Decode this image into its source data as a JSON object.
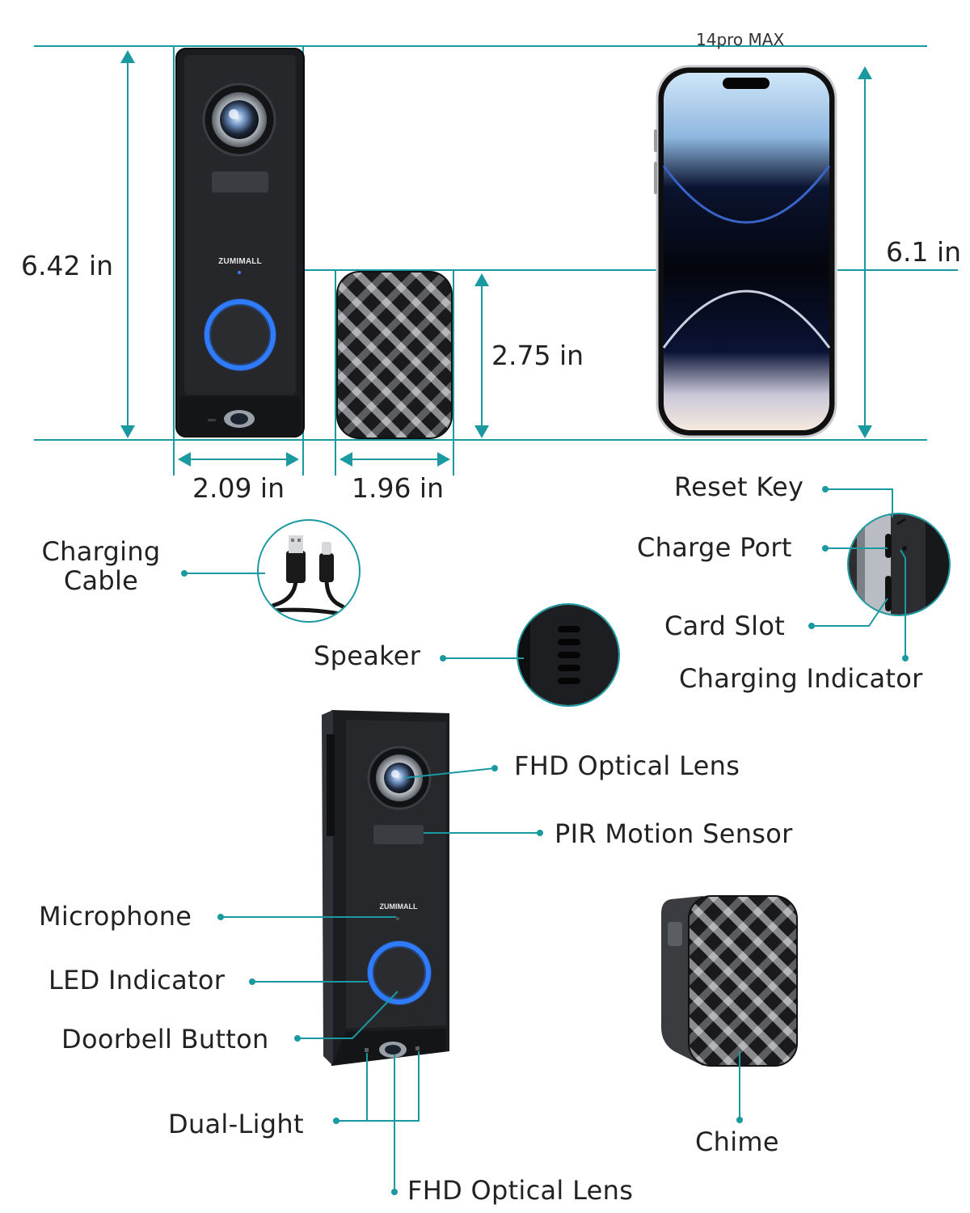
{
  "dimensions": {
    "doorbell_height": "6.42 in",
    "doorbell_width": "2.09 in",
    "chime_height": "2.75 in",
    "chime_width": "1.96 in",
    "phone_height": "6.1 in",
    "phone_model": "14pro MAX"
  },
  "brand": "ZUMIMALL",
  "callouts": {
    "charging_cable": [
      "Charging",
      "Cable"
    ],
    "reset_key": "Reset Key",
    "charge_port": "Charge Port",
    "card_slot": "Card Slot",
    "charging_indicator": "Charging Indicator",
    "speaker": "Speaker",
    "fhd_lens_top": "FHD Optical Lens",
    "pir_sensor": "PIR Motion Sensor",
    "microphone": "Microphone",
    "led_indicator": "LED Indicator",
    "doorbell_button": "Doorbell Button",
    "dual_light": "Dual-Light",
    "fhd_lens_bottom": "FHD Optical Lens",
    "chime": "Chime"
  },
  "colors": {
    "accent": "#1a9aa0",
    "device_body": "#1b1c1f",
    "ring_blue": "#2f7cff"
  }
}
